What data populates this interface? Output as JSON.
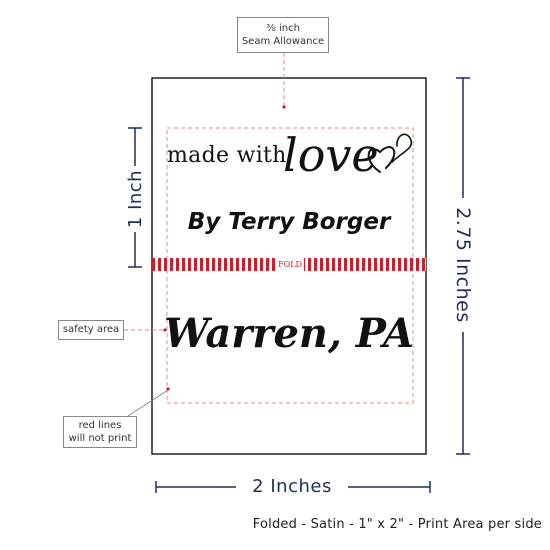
{
  "seam": {
    "line1": "⅜ inch",
    "line2": "Seam Allowance"
  },
  "safety_area": "safety area",
  "red_lines": {
    "line1": "red lines",
    "line2": "will not print"
  },
  "label": {
    "made_with": "made with",
    "love": "love",
    "by": "By Terry Borger",
    "fold": "FOLD",
    "city": "Warren, PA"
  },
  "dimensions": {
    "height_fold": "1 Inch",
    "height_total": "2.75 Inches",
    "width": "2 Inches"
  },
  "caption": "Folded - Satin - 1\" x 2\" - Print Area per side",
  "colors": {
    "navy": "#1f2d5c",
    "red": "#c8202c",
    "safety": "#e58a8a"
  },
  "icons": [
    "heart-icon"
  ]
}
